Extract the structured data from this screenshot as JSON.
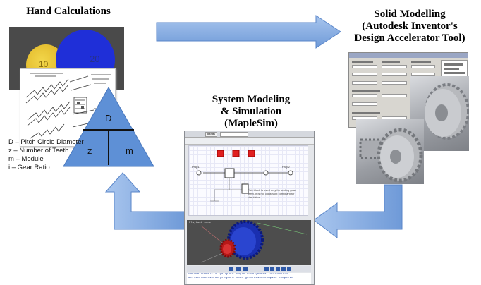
{
  "titles": {
    "hand": "Hand Calculations",
    "solid_line1": "Solid Modelling",
    "solid_line2": "(Autodesk Inventor's",
    "solid_line3": "Design Accelerator Tool)",
    "system_line1": "System Modeling",
    "system_line2": "& Simulation",
    "system_line3": "(MapleSim)"
  },
  "coins": {
    "gold_value": "10",
    "blue_value": "20"
  },
  "triangle": {
    "top": "D",
    "left": "z",
    "right": "m"
  },
  "legend": [
    "D – Pitch Circle Diameter",
    "z – Number of Teeth",
    "m – Module",
    "i – Gear Ratio"
  ],
  "maplesim": {
    "main_button": "Main",
    "prop1": "Prop1",
    "prop2": "Prop2",
    "note": "This block is used only for adding gear teeth. It is not constraint compliant for simulation",
    "view_label": "Playback mode",
    "console": [
      "devlve/numeric/SC/progcon: begin code generation/compile",
      "devlve/numeric/SC/progcon: code generation/compile complete"
    ]
  },
  "colors": {
    "arrow_fill": "#7fa8e0",
    "arrow_stroke": "#5a86c9",
    "triangle": "#5e90d6",
    "coin_blue": "#1f2fd8",
    "coin_gold": "#e8c230"
  }
}
